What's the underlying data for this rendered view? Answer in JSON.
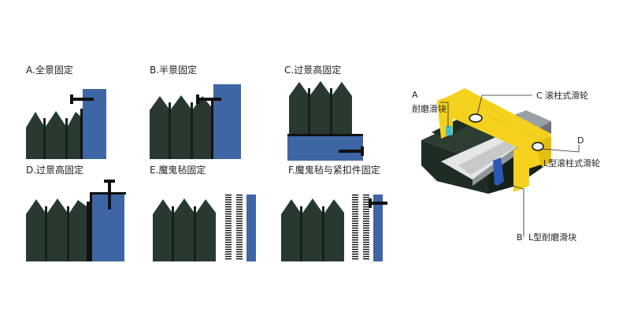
{
  "colors": {
    "dark_green": "#283a2f",
    "dark_green_shade": "#1a2a20",
    "blue": "#3f66a4",
    "black": "#111111",
    "yellow": "#f3d11d",
    "light_grey": "#d9d9d9",
    "mid_grey": "#8f959a",
    "white": "#ffffff"
  },
  "panels": [
    {
      "id": "a",
      "label": "A.全景固定"
    },
    {
      "id": "b",
      "label": "B.半景固定"
    },
    {
      "id": "c",
      "label": "C.过景高固定"
    },
    {
      "id": "d",
      "label": "D.过景高固定"
    },
    {
      "id": "e",
      "label": "E.魔鬼毡固定"
    },
    {
      "id": "f",
      "label": "F.魔鬼毡与紧扣件固定"
    }
  ],
  "assembly": {
    "callouts": {
      "a_letter": "A",
      "a_text": "耐磨滑块",
      "c_text": "C 滚柱式滑轮",
      "d_letter": "D",
      "d_text": "L型滚柱式滑轮",
      "b_letter": "B",
      "b_text": "L型耐磨滑块"
    }
  }
}
